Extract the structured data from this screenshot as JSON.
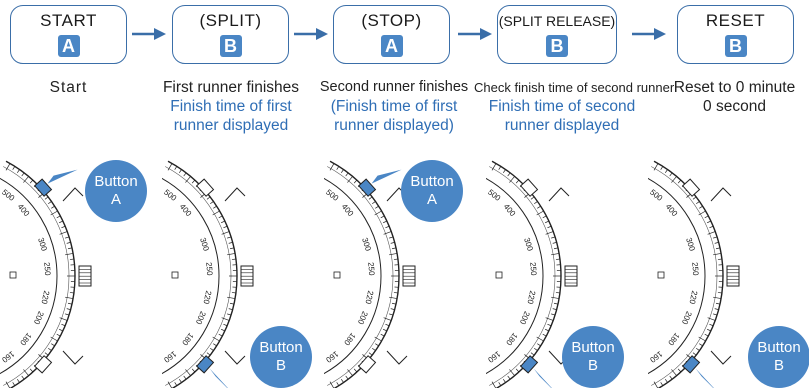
{
  "steps": [
    {
      "title": "START",
      "key": "A",
      "caption": [
        "Start"
      ],
      "blue": []
    },
    {
      "title": "(SPLIT)",
      "key": "B",
      "caption": [
        "First runner finishes"
      ],
      "blue": [
        "Finish time of first",
        "runner displayed"
      ]
    },
    {
      "title": "(STOP)",
      "key": "A",
      "caption": [
        "Second runner finishes"
      ],
      "blue": [
        "(Finish time of first",
        "runner displayed)"
      ]
    },
    {
      "title": "(SPLIT RELEASE)",
      "key": "B",
      "caption": [
        "Check finish time of second runner"
      ],
      "blue": [
        "Finish time of second",
        "runner displayed"
      ]
    },
    {
      "title": "RESET",
      "key": "B",
      "caption": [
        "Reset to 0 minute",
        "0 second"
      ],
      "blue": []
    }
  ],
  "callouts": [
    {
      "line1": "Button",
      "line2": "A"
    },
    {
      "line1": "Button",
      "line2": "B"
    },
    {
      "line1": "Button",
      "line2": "A"
    },
    {
      "line1": "Button",
      "line2": "B"
    },
    {
      "line1": "Button",
      "line2": "B"
    }
  ],
  "scale_labels": [
    "500",
    "400",
    "300",
    "250",
    "220",
    "200",
    "180",
    "160"
  ],
  "colors": {
    "accent": "#4a86c5",
    "border": "#3a6ea8",
    "caption_blue": "#2f6eb5"
  }
}
